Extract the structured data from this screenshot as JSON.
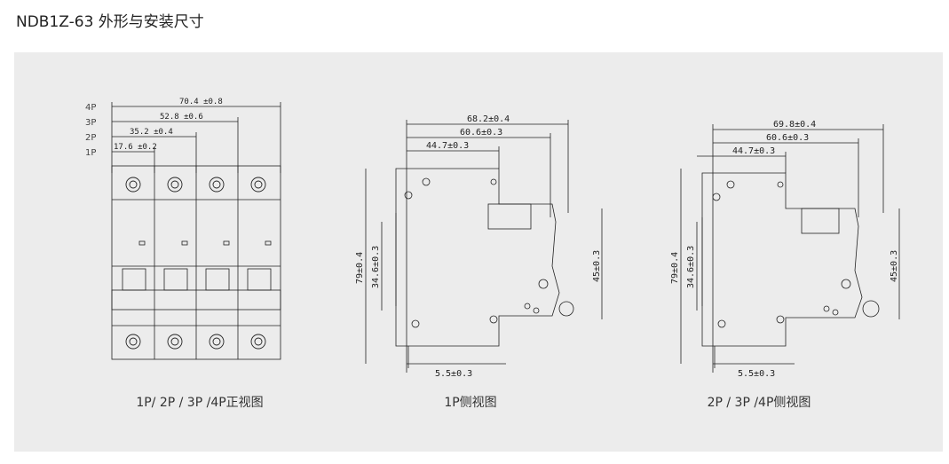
{
  "page": {
    "title": "NDB1Z-63 外形与安装尺寸"
  },
  "front_view": {
    "pole_labels": [
      "4P",
      "3P",
      "2P",
      "1P"
    ],
    "widths": [
      "70.4 ±0.8",
      "52.8 ±0.6",
      "35.2 ±0.4",
      "17.6 ±0.2"
    ],
    "caption": "1P/ 2P / 3P /4P正视图"
  },
  "side_view_1p": {
    "dim_top_1": "68.2±0.4",
    "dim_top_2": "60.6±0.3",
    "dim_top_3": "44.7±0.3",
    "dim_height": "79±0.4",
    "dim_mid": "34.6±0.3",
    "dim_right": "45±0.3",
    "dim_bottom": "5.5±0.3",
    "caption": "1P侧视图"
  },
  "side_view_multi": {
    "dim_top_1": "69.8±0.4",
    "dim_top_2": "60.6±0.3",
    "dim_top_3": "44.7±0.3",
    "dim_height": "79±0.4",
    "dim_mid": "34.6±0.3",
    "dim_right": "45±0.3",
    "dim_bottom": "5.5±0.3",
    "caption": "2P / 3P /4P侧视图"
  }
}
